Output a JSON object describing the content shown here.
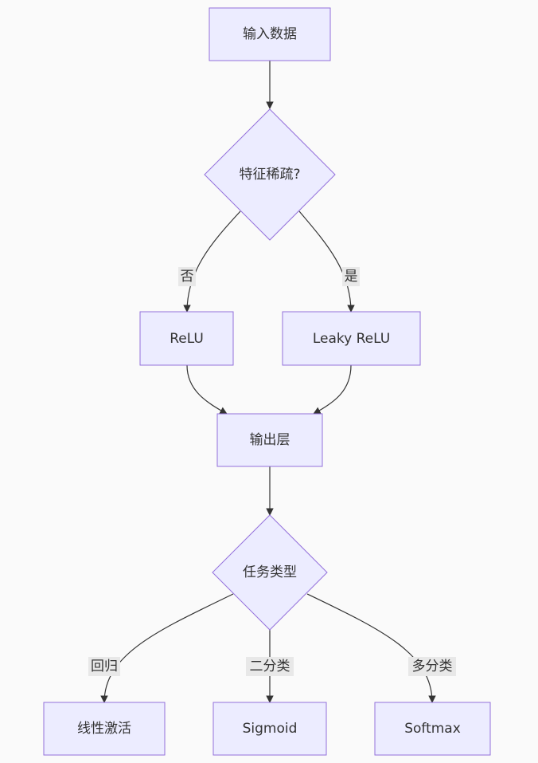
{
  "colors": {
    "background": "#fafafa",
    "node_fill": "#ececff",
    "node_stroke": "#9370db",
    "edge": "#333333",
    "edge_label_bg": "#e8e8e8",
    "text": "#333333"
  },
  "nodes": {
    "input": {
      "label": "输入数据",
      "shape": "rect"
    },
    "sparse": {
      "label": "特征稀疏?",
      "shape": "diamond"
    },
    "relu": {
      "label": "ReLU",
      "shape": "rect"
    },
    "leaky": {
      "label": "Leaky ReLU",
      "shape": "rect"
    },
    "output": {
      "label": "输出层",
      "shape": "rect"
    },
    "task": {
      "label": "任务类型",
      "shape": "diamond"
    },
    "linear": {
      "label": "线性激活",
      "shape": "rect"
    },
    "sigmoid": {
      "label": "Sigmoid",
      "shape": "rect"
    },
    "softmax": {
      "label": "Softmax",
      "shape": "rect"
    }
  },
  "edges": [
    {
      "from": "input",
      "to": "sparse",
      "label": ""
    },
    {
      "from": "sparse",
      "to": "relu",
      "label": "否"
    },
    {
      "from": "sparse",
      "to": "leaky",
      "label": "是"
    },
    {
      "from": "relu",
      "to": "output",
      "label": ""
    },
    {
      "from": "leaky",
      "to": "output",
      "label": ""
    },
    {
      "from": "output",
      "to": "task",
      "label": ""
    },
    {
      "from": "task",
      "to": "linear",
      "label": "回归"
    },
    {
      "from": "task",
      "to": "sigmoid",
      "label": "二分类"
    },
    {
      "from": "task",
      "to": "softmax",
      "label": "多分类"
    }
  ]
}
